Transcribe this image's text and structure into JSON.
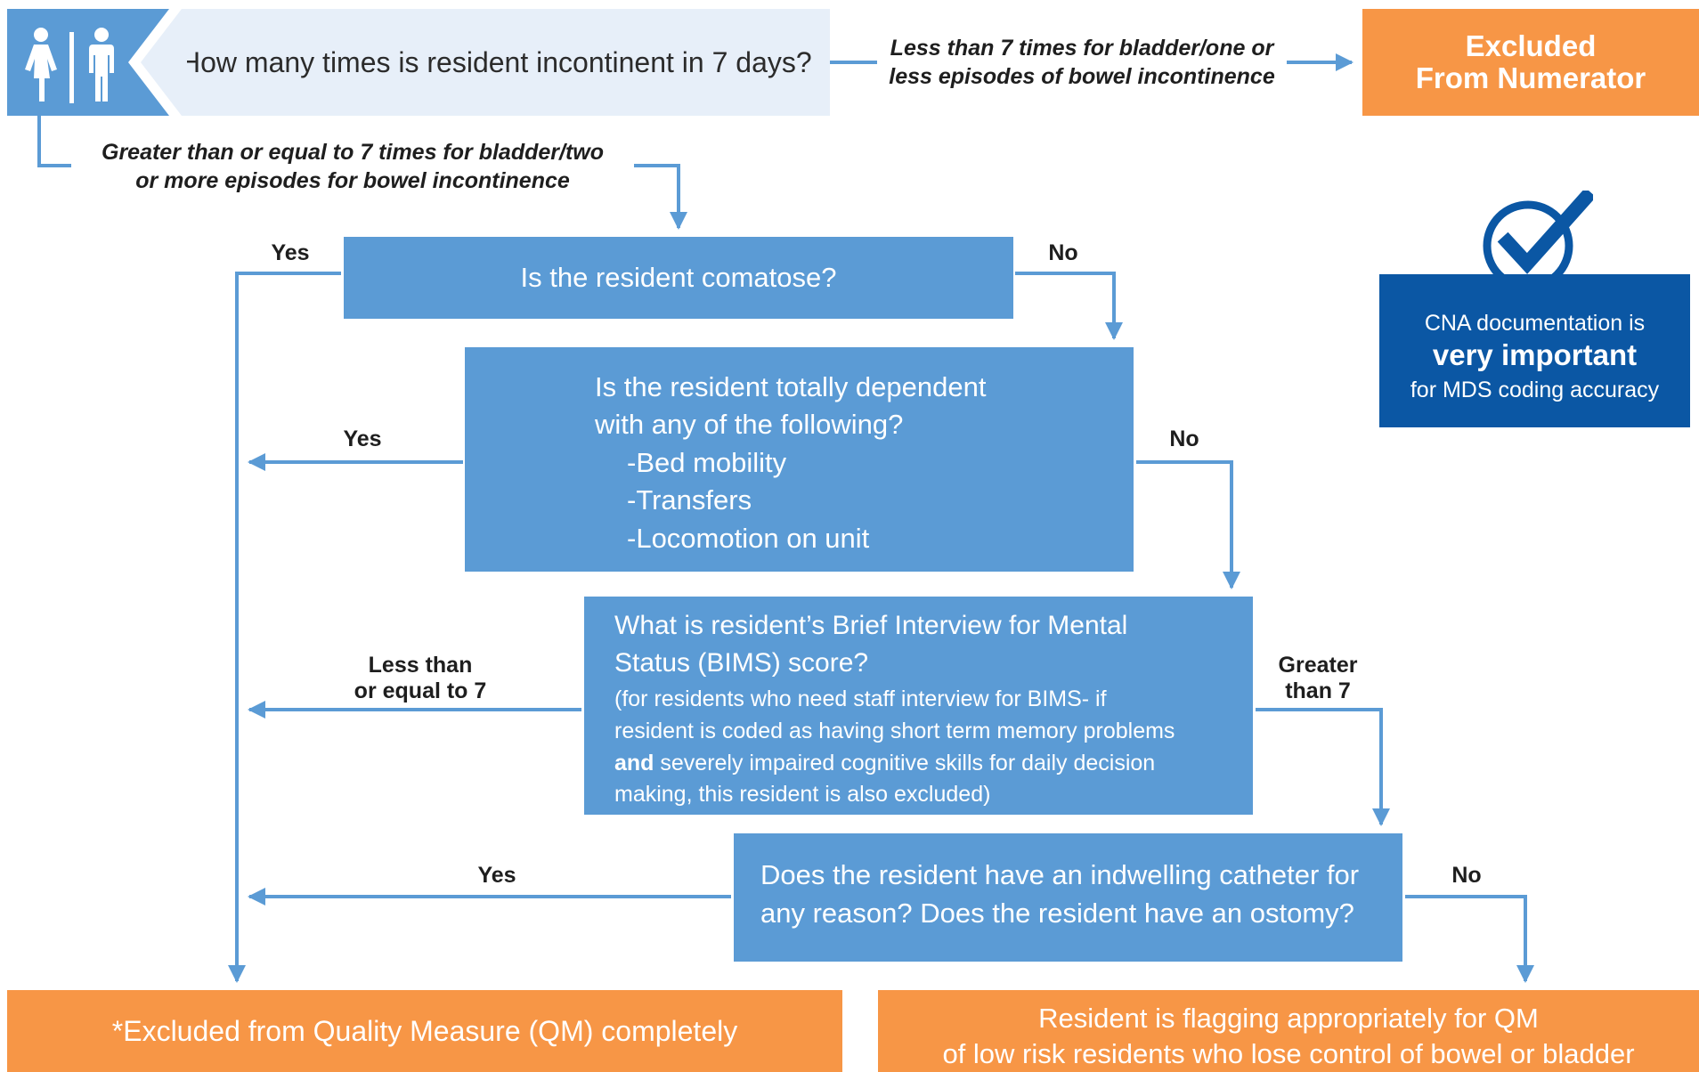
{
  "header": {
    "question": "How many times is resident incontinent in 7 days?",
    "less_label_line1": "Less than 7 times for bladder/one or",
    "less_label_line2": "less episodes of bowel incontinence",
    "excluded_line1": "Excluded",
    "excluded_line2": "From Numerator",
    "greater_label_line1": "Greater than or equal to 7 times for bladder/two",
    "greater_label_line2": "or more episodes for bowel incontinence",
    "icons": [
      "woman-icon",
      "man-icon"
    ]
  },
  "steps": {
    "comatose": {
      "question": "Is the resident comatose?",
      "yes": "Yes",
      "no": "No"
    },
    "dependent": {
      "line1": "Is the resident totally dependent",
      "line2": "with any of the following?",
      "items": [
        "-Bed mobility",
        "-Transfers",
        "-Locomotion on unit"
      ],
      "yes": "Yes",
      "no": "No"
    },
    "bims": {
      "line1": "What is resident’s Brief Interview for Mental",
      "line2": "Status (BIMS) score?",
      "note_line1": "(for residents who need staff interview for BIMS- if",
      "note_line2": "resident is coded as having short term memory problems",
      "note_bold": "and",
      "note_line3_rest": " severely impaired cognitive skills for daily decision",
      "note_line4": "making, this resident is also excluded)",
      "left_label_line1": "Less than",
      "left_label_line2": "or equal to 7",
      "right_label_line1": "Greater",
      "right_label_line2": "than 7"
    },
    "catheter": {
      "line1": "Does the resident have an indwelling catheter for",
      "line2": "any reason? Does the resident have an ostomy?",
      "yes": "Yes",
      "no": "No"
    }
  },
  "outcomes": {
    "excluded": "*Excluded from Quality Measure (QM) completely",
    "flag_line1": "Resident is flagging appropriately for QM",
    "flag_line2": "of low risk residents who lose control of bowel or bladder"
  },
  "callout": {
    "line1": "CNA documentation is",
    "emphasis": "very important",
    "line3": "for MDS coding accuracy",
    "icon": "checkmark-circle-icon"
  },
  "colors": {
    "box_blue": "#5b9bd5",
    "light_blue": "#e7eff9",
    "orange": "#f79646",
    "navy": "#0b57a4"
  }
}
